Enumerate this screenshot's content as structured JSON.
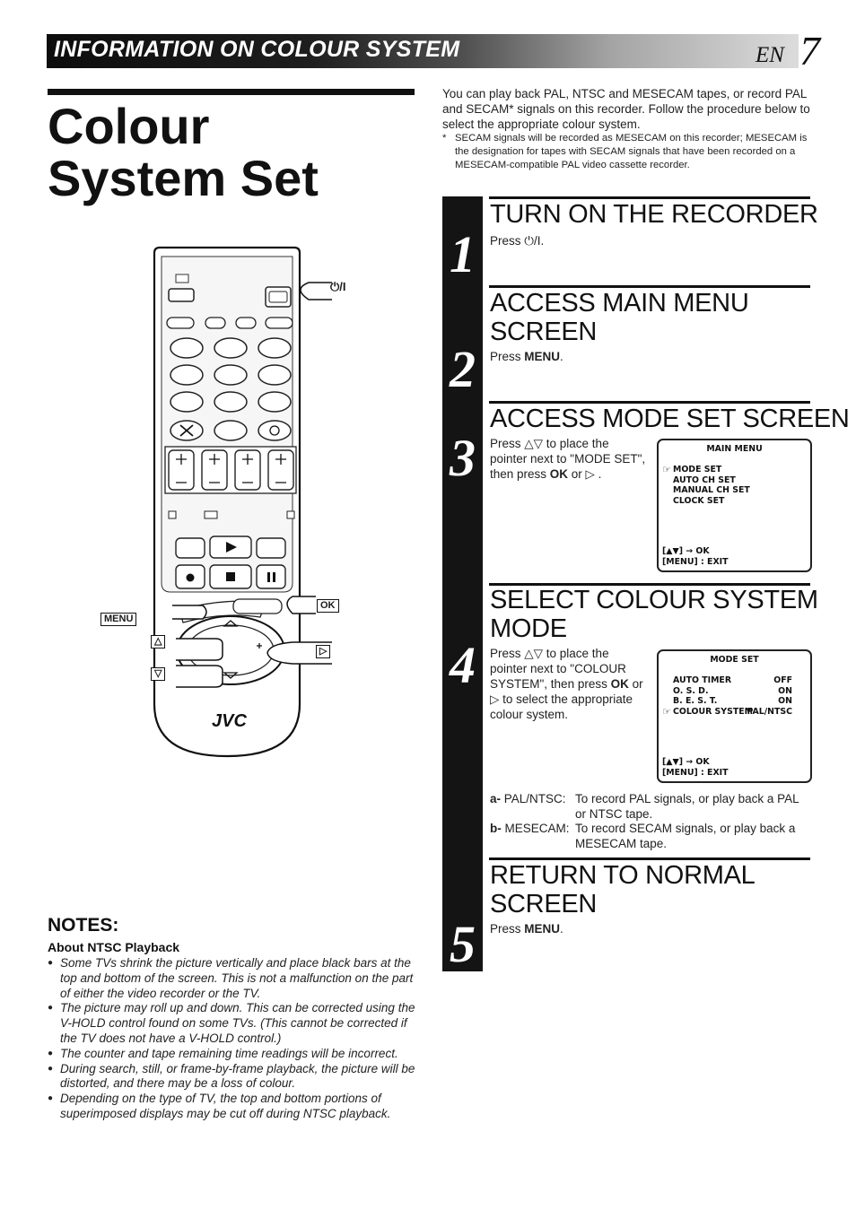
{
  "header": {
    "section_title": "INFORMATION ON COLOUR SYSTEM",
    "lang_code": "EN",
    "page_number": "7"
  },
  "page_title": [
    "Colour",
    "System Set"
  ],
  "intro": {
    "text": "You can play back PAL, NTSC and MESECAM tapes, or record PAL and SECAM* signals on this recorder. Follow the procedure below to select the appropriate colour system.",
    "footnote_mark": "*",
    "footnote": "SECAM signals will be recorded as MESECAM on this recorder; MESECAM is the designation for tapes with SECAM signals that have been recorded on a MESECAM-compatible PAL video cassette recorder."
  },
  "steps": [
    {
      "number": "1",
      "title": "TURN ON THE RECORDER",
      "press": "Press",
      "key": "⏻/I",
      "end": "."
    },
    {
      "number": "2",
      "title": [
        "ACCESS MAIN MENU",
        "SCREEN"
      ],
      "press": "Press",
      "key": "MENU",
      "end": "."
    },
    {
      "number": "3",
      "title": "ACCESS MODE SET SCREEN",
      "body": {
        "a": "Press △▽ to place the pointer next to \"MODE SET\", then press ",
        "ok": "OK",
        "b": " or ▷ ."
      }
    },
    {
      "number": "4",
      "title": [
        "SELECT COLOUR SYSTEM",
        "MODE"
      ],
      "body": {
        "a": "Press △▽ to place the pointer next to \"COLOUR SYSTEM\", then press ",
        "ok": "OK",
        "b": " or ▷ to select the appropriate colour system."
      },
      "modes": [
        {
          "key_bold": "a-",
          "key": " PAL/NTSC:",
          "desc": "To record PAL signals, or play back a PAL or NTSC tape."
        },
        {
          "key_bold": "b-",
          "key": " MESECAM:",
          "desc": "To record SECAM signals, or play back a MESECAM tape."
        }
      ]
    },
    {
      "number": "5",
      "title": [
        "RETURN TO NORMAL",
        "SCREEN"
      ],
      "press": "Press",
      "key": "MENU",
      "end": "."
    }
  ],
  "main_menu_screen": {
    "header": "MAIN MENU",
    "pointer": "☞",
    "items": [
      "MODE SET",
      "AUTO CH SET",
      "MANUAL CH SET",
      "CLOCK SET"
    ],
    "nav1": "[▲▼] → OK",
    "nav2": "[MENU] : EXIT"
  },
  "mode_set_screen": {
    "header": "MODE SET",
    "pointer": "☞",
    "items": [
      {
        "label": "AUTO TIMER",
        "value": "OFF"
      },
      {
        "label": "O. S. D.",
        "value": "ON"
      },
      {
        "label": "B. E. S. T.",
        "value": "ON"
      },
      {
        "label": "COLOUR SYSTEM",
        "value": "PAL/NTSC"
      }
    ],
    "nav1": "[▲▼] → OK",
    "nav2": "[MENU] : EXIT"
  },
  "remote": {
    "brand": "JVC",
    "power_label": "⏻/I",
    "menu_label": "MENU",
    "ok_label": "OK",
    "up_label": "△",
    "down_label": "▽",
    "right_label": "▷"
  },
  "notes": {
    "title": "NOTES:",
    "subtitle": "About NTSC Playback",
    "items": [
      "Some TVs shrink the picture vertically and place black bars at the top and bottom of the screen. This is not a malfunction on the part of either the video recorder or the TV.",
      "The picture may roll up and down. This can be corrected using the V-HOLD control found on some TVs. (This cannot be corrected if the TV does not have a V-HOLD control.)",
      "The counter and tape remaining time readings will be incorrect.",
      "During search, still, or frame-by-frame playback, the picture will be distorted, and there may be a loss of colour.",
      "Depending on the type of TV, the top and bottom portions of superimposed displays may be cut off during NTSC playback."
    ]
  }
}
